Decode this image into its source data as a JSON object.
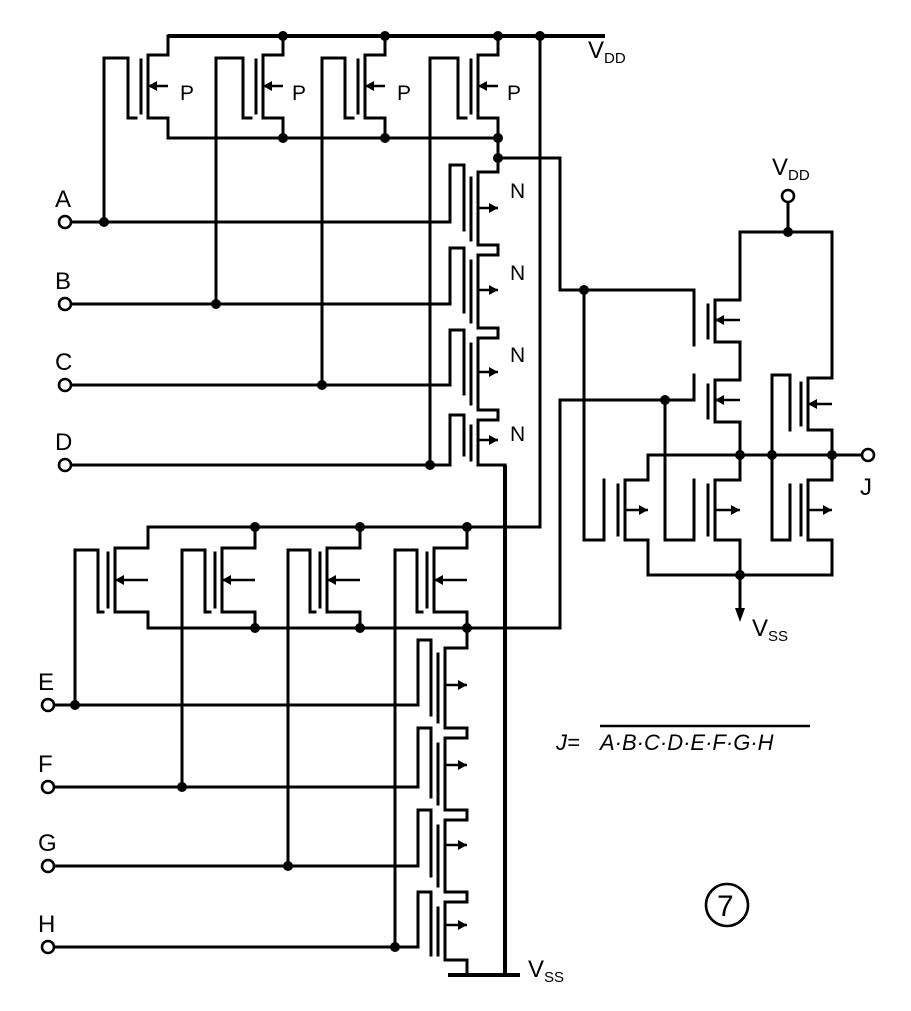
{
  "figure": {
    "number": "7",
    "equation": {
      "lhs": "J",
      "rhs": "A·B·C·D·E·F·G·H"
    },
    "inputs": [
      "A",
      "B",
      "C",
      "D",
      "E",
      "F",
      "G",
      "H"
    ],
    "output": "J",
    "supply_top": {
      "main": "V",
      "sub": "DD"
    },
    "supply_right": {
      "main": "V",
      "sub": "DD"
    },
    "ground_right": {
      "main": "V",
      "sub": "SS"
    },
    "ground_bottom": {
      "main": "V",
      "sub": "SS"
    },
    "pmos_labels": [
      "P",
      "P",
      "P",
      "P"
    ],
    "nmos_labels": [
      "N",
      "N",
      "N",
      "N"
    ]
  },
  "colors": {
    "ink": "#000000",
    "paper": "#ffffff"
  }
}
